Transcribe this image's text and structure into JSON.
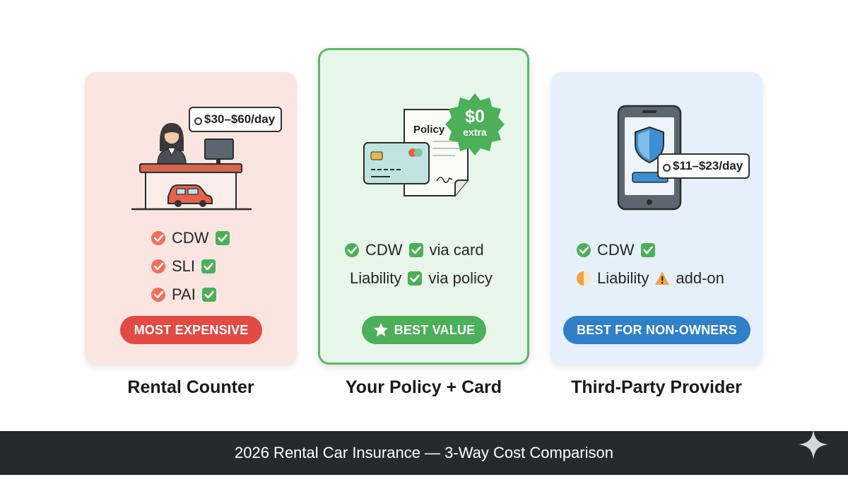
{
  "cards": [
    {
      "id": "rental",
      "price_tag": "$30–$60/day",
      "features": [
        {
          "icon": "red-check-icon",
          "text": "CDW",
          "trail_icon": "green-checkbox-icon"
        },
        {
          "icon": "red-check-icon",
          "text": "SLI",
          "trail_icon": "green-checkbox-icon"
        },
        {
          "icon": "red-check-icon",
          "text": "PAI",
          "trail_icon": "green-checkbox-icon"
        }
      ],
      "badge": "MOST EXPENSIVE",
      "label": "Rental Counter",
      "color": "#e34a44"
    },
    {
      "id": "policy",
      "doc_title": "Policy",
      "seal_amount": "$0",
      "seal_text": "extra",
      "features": [
        {
          "icon": "green-check-icon",
          "text": "CDW",
          "trail_icon": "green-checkbox-icon",
          "suffix": "via card"
        },
        {
          "text": "Liability",
          "trail_icon": "green-checkbox-icon",
          "suffix": "via policy"
        }
      ],
      "badge": "BEST VALUE",
      "badge_icon": "star-icon",
      "label": "Your Policy + Card",
      "color": "#4caf59"
    },
    {
      "id": "third",
      "price_tag": "$11–$23/day",
      "features": [
        {
          "icon": "green-check-icon",
          "text": "CDW",
          "trail_icon": "green-checkbox-icon"
        },
        {
          "icon": "half-circle-icon",
          "text": "Liability",
          "trail_icon": "warning-icon",
          "suffix": "add-on"
        }
      ],
      "badge": "BEST FOR NON-OWNERS",
      "label": "Third-Party Provider",
      "color": "#2f80c6"
    }
  ],
  "footer": {
    "title": "2026 Rental Car Insurance — 3-Way Cost Comparison",
    "corner_icon": "sparkle-icon"
  }
}
